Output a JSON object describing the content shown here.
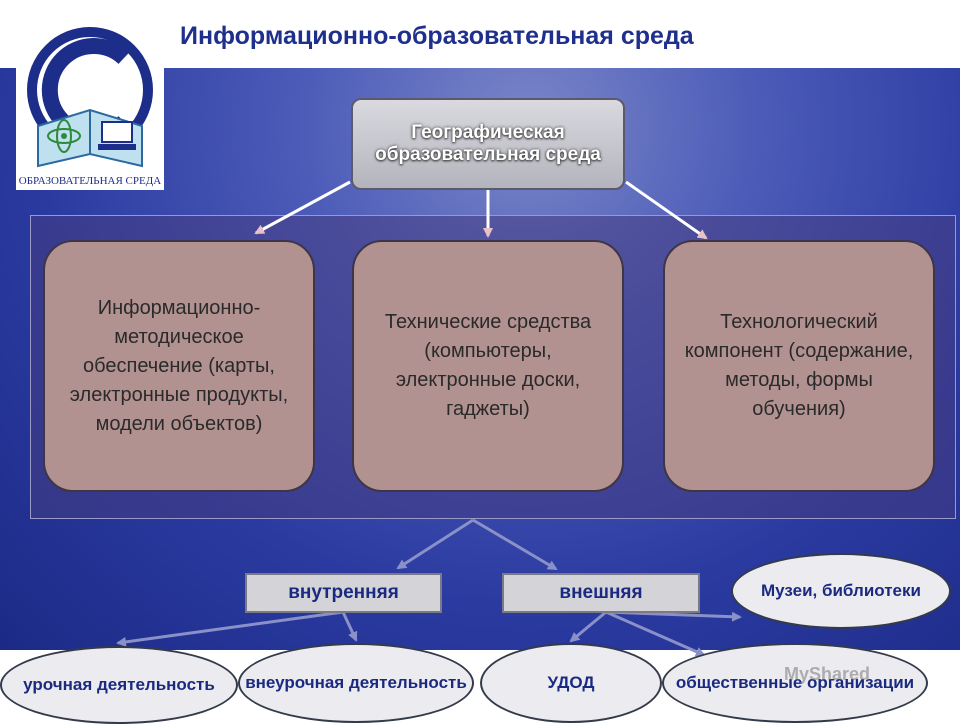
{
  "title": "Информационно-образовательная среда",
  "logo": {
    "caption": "ОБРАЗОВАТЕЛЬНАЯ СРЕДА"
  },
  "top_box": {
    "text": "Географическая образовательная среда"
  },
  "components": [
    {
      "text": "Информационно-методическое обеспечение (карты, электронные продукты, модели объектов)"
    },
    {
      "text": "Технические средства (компьютеры, электронные доски, гаджеты)"
    },
    {
      "text": "Технологический компонент (содержание, методы, формы обучения)"
    }
  ],
  "types": {
    "internal": "внутренняя",
    "external": "внешняя"
  },
  "nodes": {
    "lesson": "урочная деятельность",
    "extracurricular": "внеурочная деятельность",
    "udod": "УДОД",
    "public_orgs": "общественные организации",
    "museums": "Музеи, библиотеки"
  },
  "watermark": "MyShared",
  "colors": {
    "title": "#1f2f8c",
    "component_fill": "#b29290",
    "background": "#2a3aa0"
  }
}
